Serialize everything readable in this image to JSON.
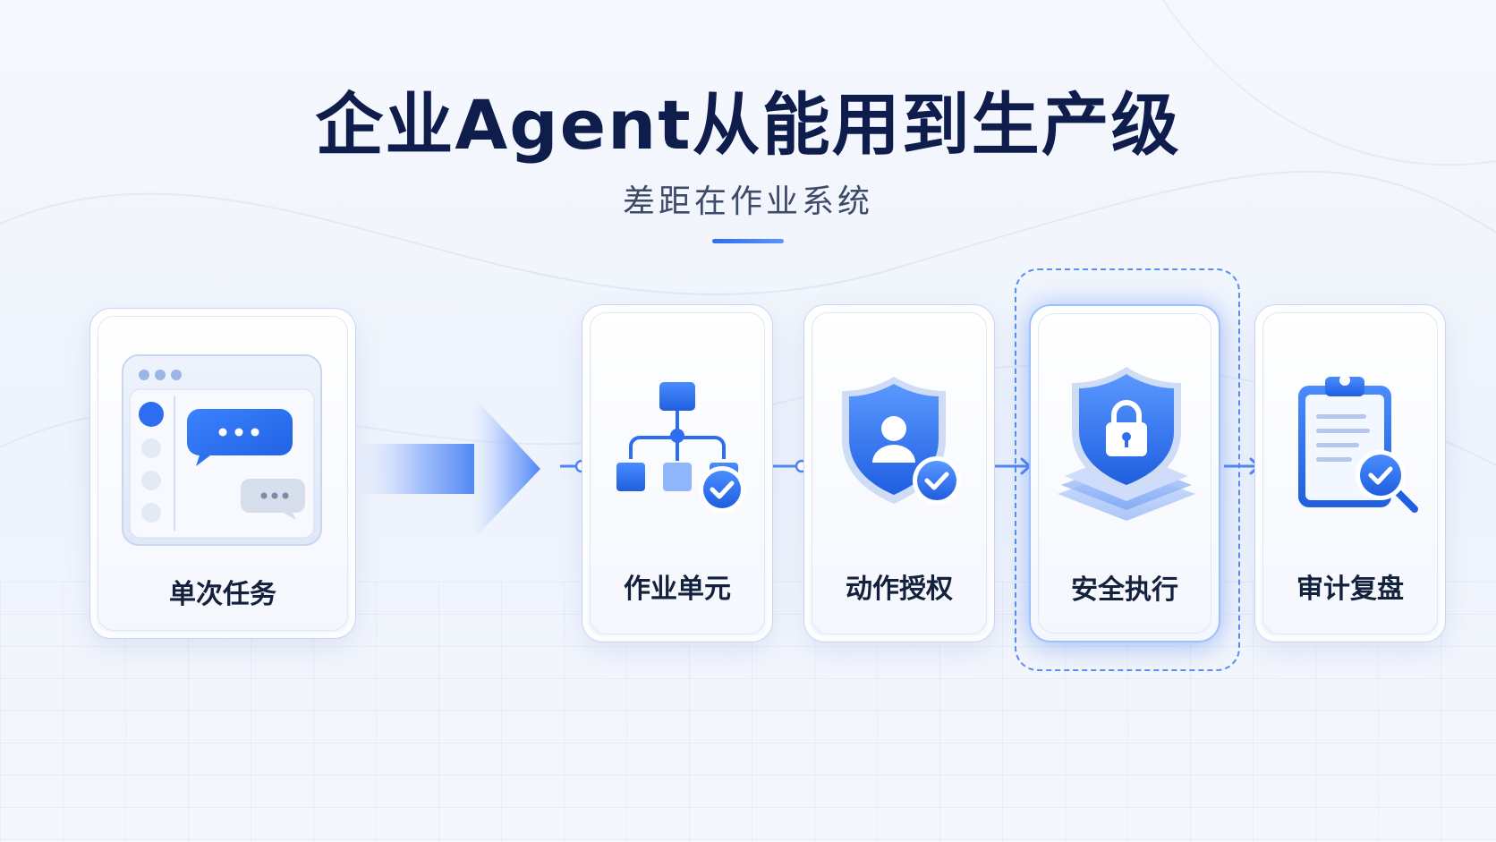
{
  "title": "企业Agent从能用到生产级",
  "subtitle": "差距在作业系统",
  "start_card": {
    "label": "单次任务",
    "icon": "chat-window-icon"
  },
  "steps": [
    {
      "label": "作业单元",
      "icon": "org-chart-check-icon"
    },
    {
      "label": "动作授权",
      "icon": "shield-user-check-icon"
    },
    {
      "label": "安全执行",
      "icon": "shield-lock-icon"
    },
    {
      "label": "审计复盘",
      "icon": "clipboard-magnifier-check-icon"
    }
  ],
  "colors": {
    "accent": "#2f6df0",
    "title": "#0f1d4d",
    "card_border": "#c8d6f2",
    "dashed": "#5a8ef0"
  }
}
